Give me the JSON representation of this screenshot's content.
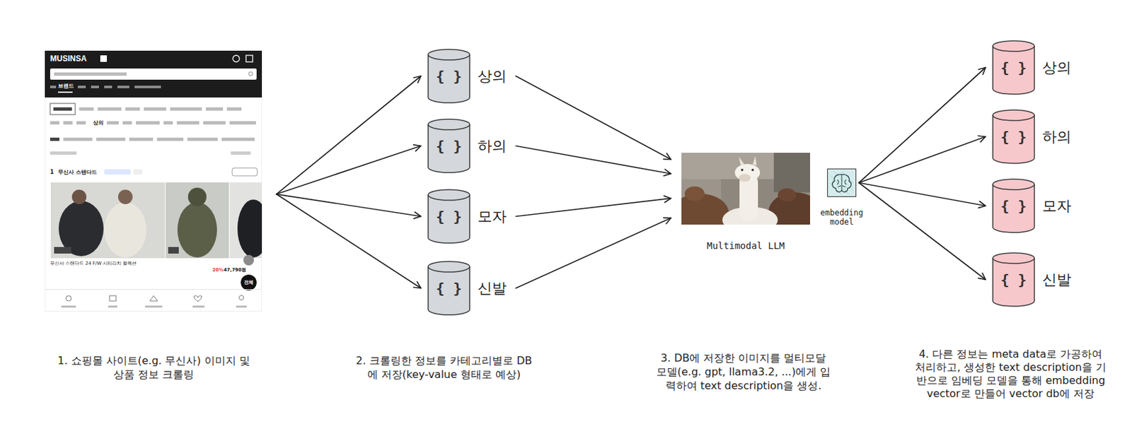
{
  "diagram": {
    "nodes": [
      {
        "text": [
          "MUSINSA"
        ]
      },
      {
        "text": [
          "{ }",
          "상의"
        ]
      },
      {
        "text": [
          "{ }",
          "하의"
        ]
      },
      {
        "text": [
          "{ }",
          "모자"
        ]
      },
      {
        "text": [
          "{ }",
          "신발"
        ]
      },
      {
        "text": [
          "Multimodal LLM"
        ]
      },
      {
        "text": [
          "embedding model"
        ]
      },
      {
        "text": [
          "{ }",
          "상의"
        ]
      },
      {
        "text": [
          "{ }",
          "하의"
        ]
      },
      {
        "text": [
          "{ }",
          "모자"
        ]
      },
      {
        "text": [
          "{ }",
          "신발"
        ]
      }
    ],
    "edges": [
      {
        "from": 0,
        "to": 1,
        "arrow": "to"
      },
      {
        "from": 0,
        "to": 2,
        "arrow": "to"
      },
      {
        "from": 0,
        "to": 3,
        "arrow": "to"
      },
      {
        "from": 0,
        "to": 4,
        "arrow": "to"
      },
      {
        "from": 1,
        "to": 5,
        "arrow": "to"
      },
      {
        "from": 2,
        "to": 5,
        "arrow": "to"
      },
      {
        "from": 3,
        "to": 5,
        "arrow": "to"
      },
      {
        "from": 4,
        "to": 5,
        "arrow": "to"
      },
      {
        "from": 6,
        "to": 7,
        "arrow": "to"
      },
      {
        "from": 6,
        "to": 8,
        "arrow": "to"
      },
      {
        "from": 6,
        "to": 9,
        "arrow": "to"
      },
      {
        "from": 6,
        "to": 10,
        "arrow": "to"
      }
    ],
    "labels": [
      "1. 쇼핑몰 사이트(e.g. 무신사) 이미지 및 상품 정보 크롤링",
      "2. 크롤링한 정보를 카테고리별로 DB에 저장(key-value 형태로 예상)",
      "3. DB에 저장한 이미지를 멀티모달 모델(e.g. gpt, llama3.2, ...)에게 입력하여 text description을 생성.",
      "4. 다른 정보는 meta data로 가공하여 처리하고, 생성한 text description을 기반으로 임베딩 모델을 통해 embedding vector로 만들어 vector db에 저장",
      "브랜드",
      "상의",
      "1",
      "무신사 스탠다드",
      "무신사 스탠다드 24 F/W 시티리치 컬렉션",
      "20%",
      "47,790원",
      "전체"
    ]
  }
}
